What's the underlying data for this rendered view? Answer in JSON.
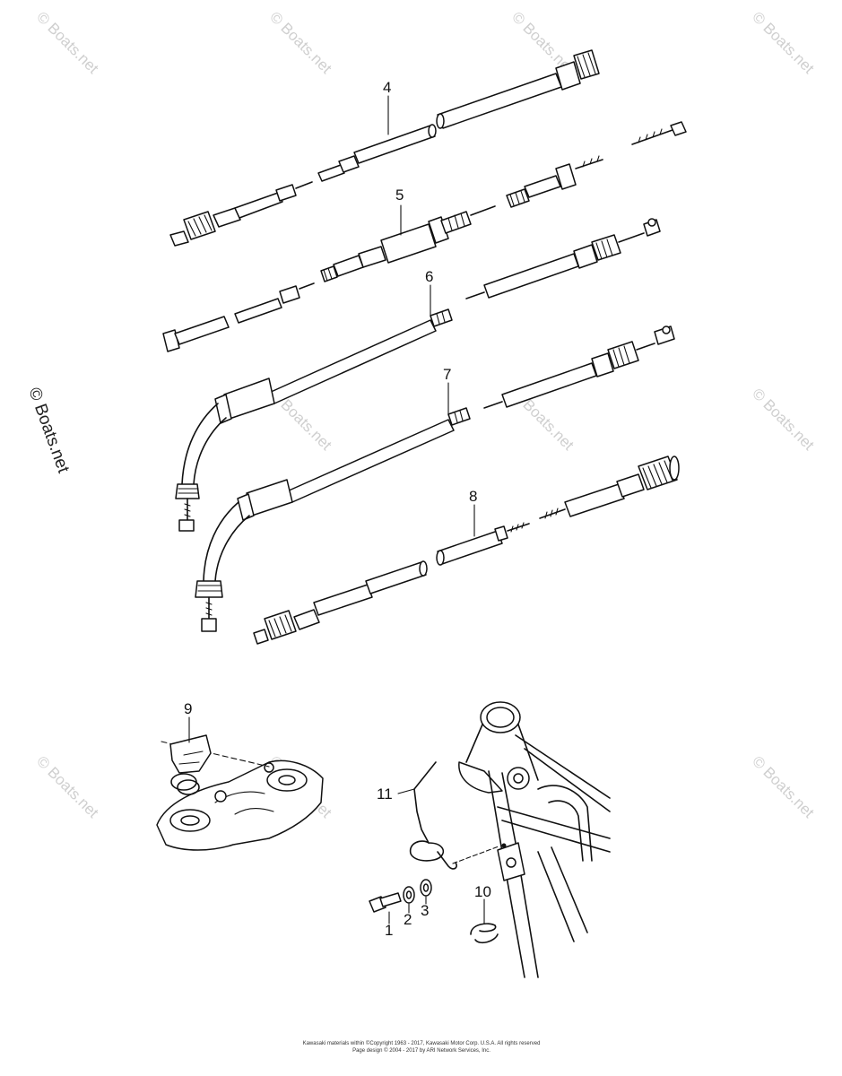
{
  "watermark": "© Boats.net",
  "callouts": {
    "p1": "1",
    "p2": "2",
    "p3": "3",
    "p4": "4",
    "p5": "5",
    "p6": "6",
    "p7": "7",
    "p8": "8",
    "p9": "9",
    "p10": "10",
    "p11": "11"
  },
  "footer": {
    "line1": "Kawasaki materials within ©Copyright 1963 - 2017, Kawasaki Motor Corp. U.S.A. All rights reserved",
    "line2": "Page design © 2004 - 2017 by ARI Network Services, Inc."
  }
}
